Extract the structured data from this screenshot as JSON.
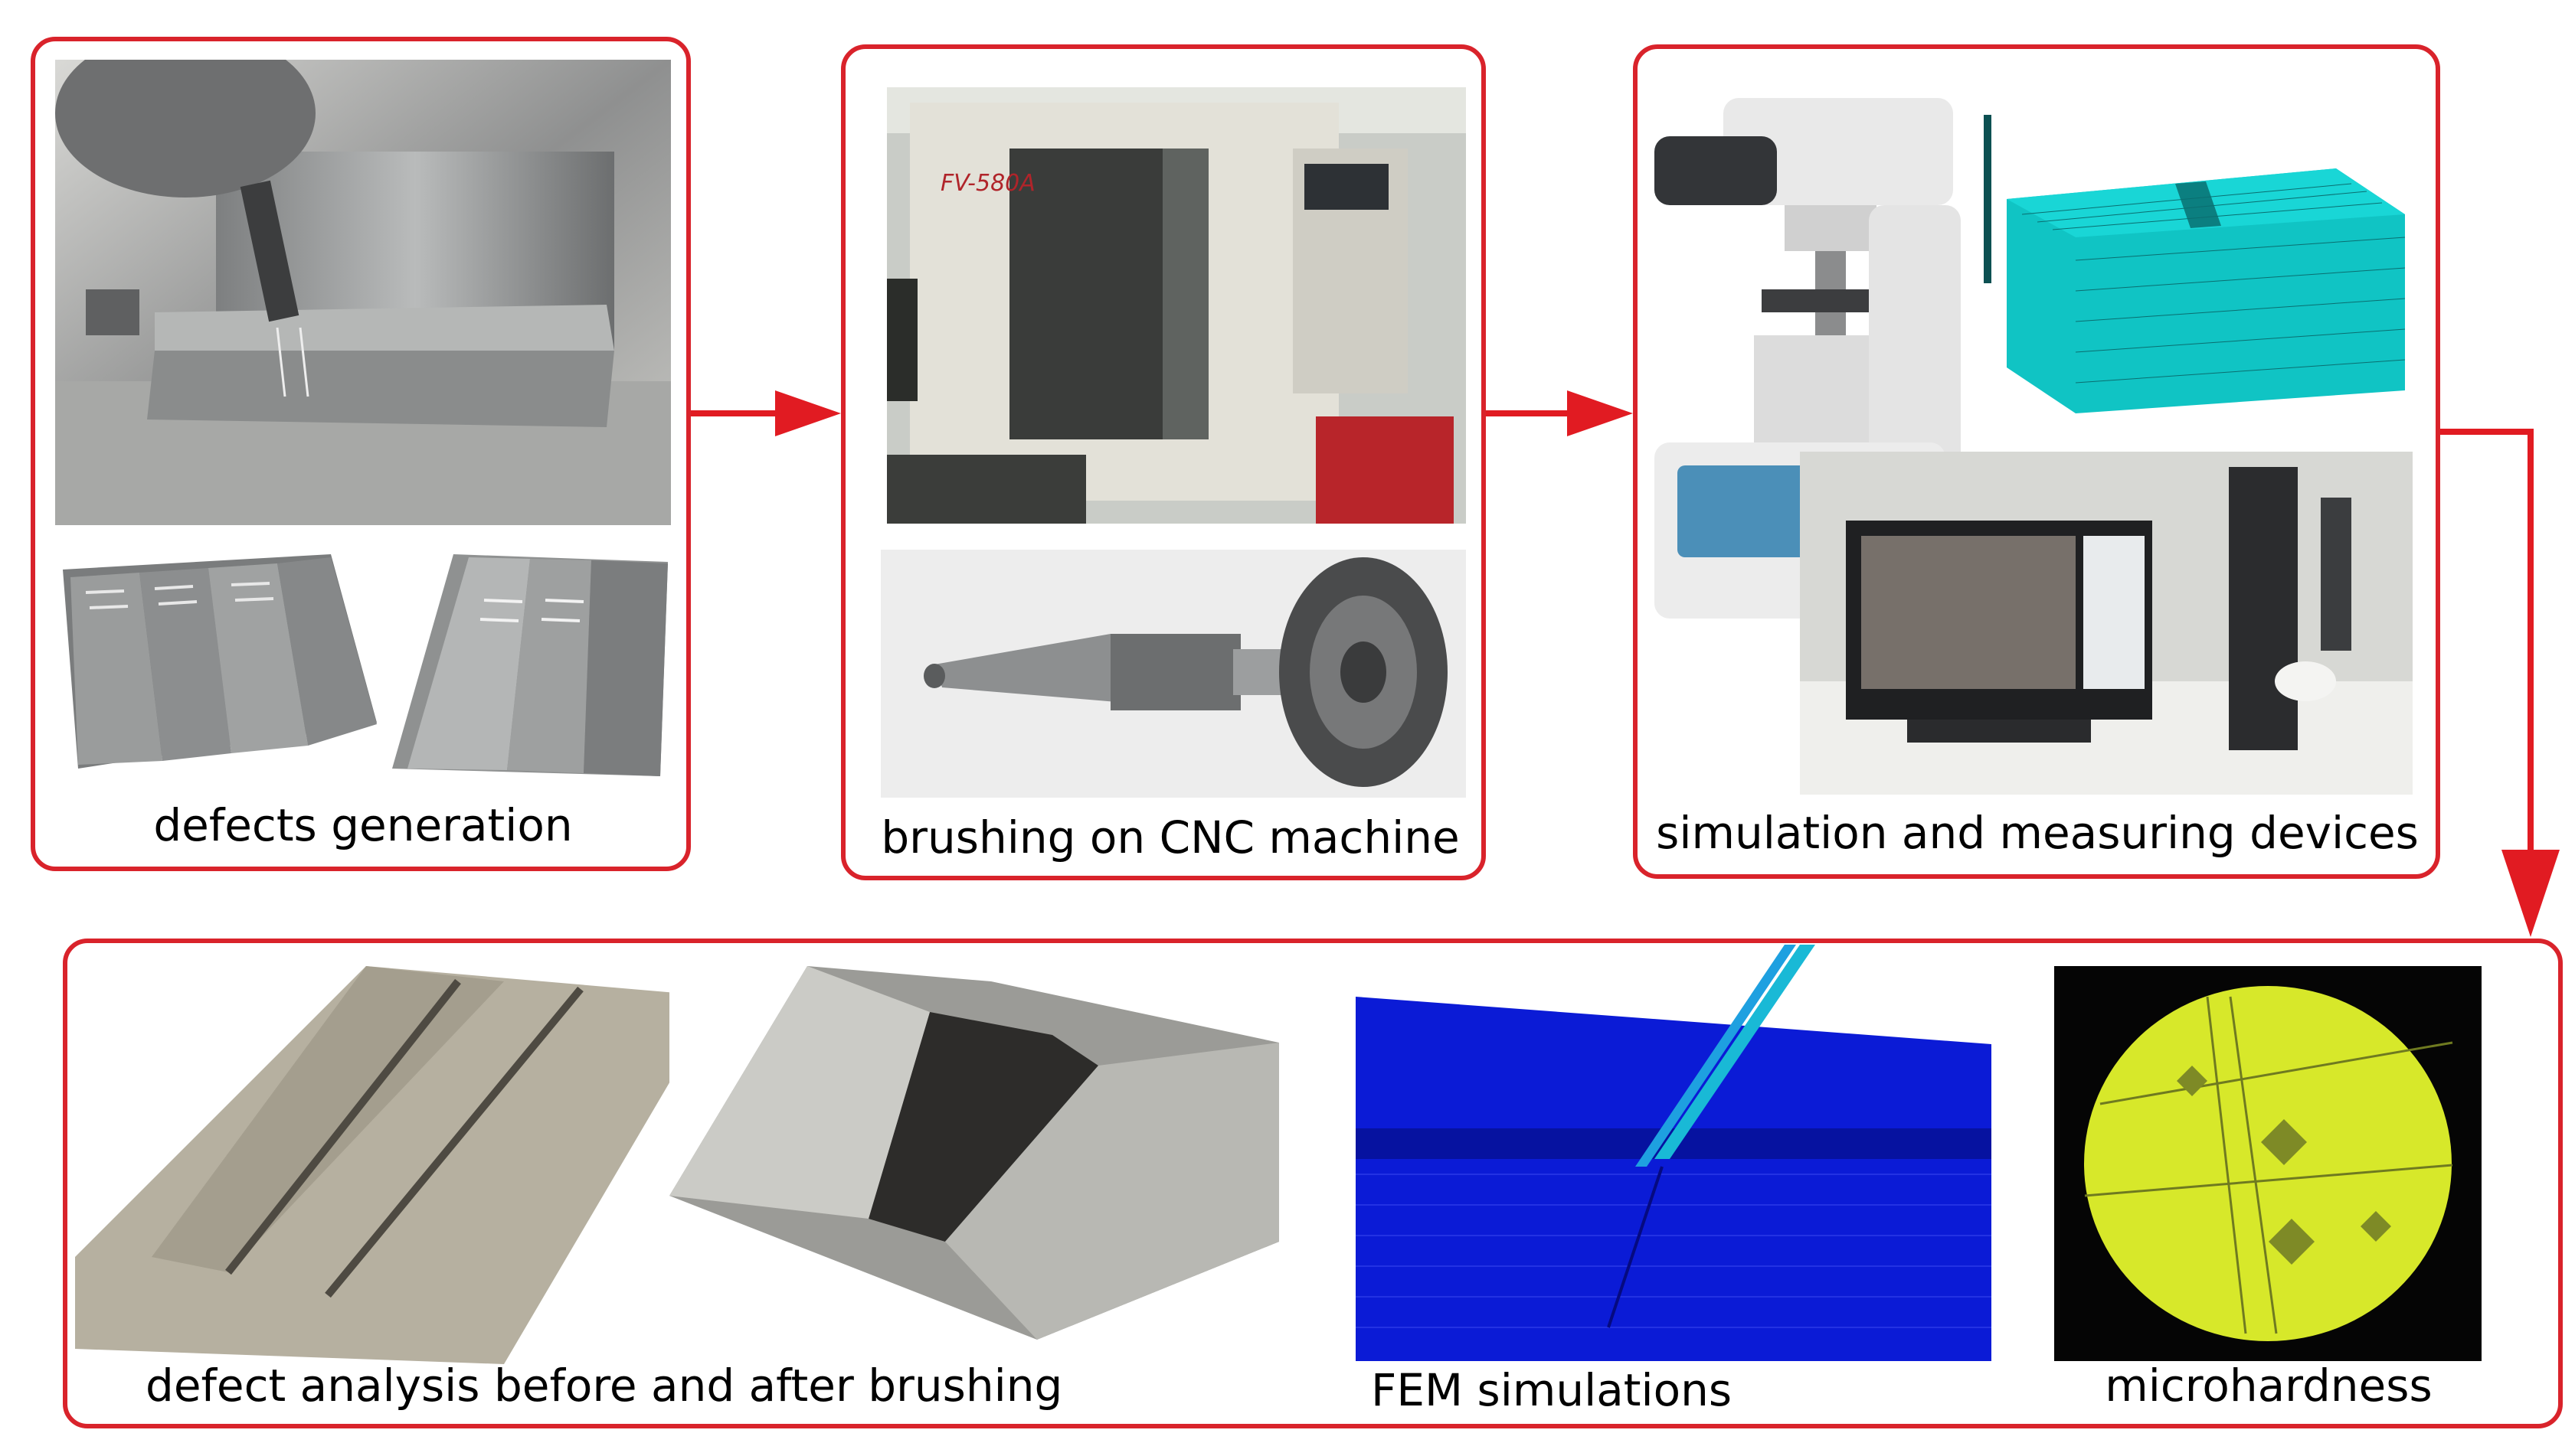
{
  "colors": {
    "frame": "#d9232b",
    "fem": "#0b1bd6",
    "mesh": "#10c4c4",
    "scope": "#d7e82a"
  },
  "panels": {
    "defects": {
      "caption": "defects generation"
    },
    "brushing": {
      "caption": "brushing on CNC machine",
      "machine_label": "FV-580A"
    },
    "devices": {
      "caption": "simulation and measuring devices"
    },
    "analysis": {
      "caption": "defect analysis before and after brushing"
    },
    "fem": {
      "caption": "FEM simulations"
    },
    "micro": {
      "caption": "microhardness"
    }
  }
}
